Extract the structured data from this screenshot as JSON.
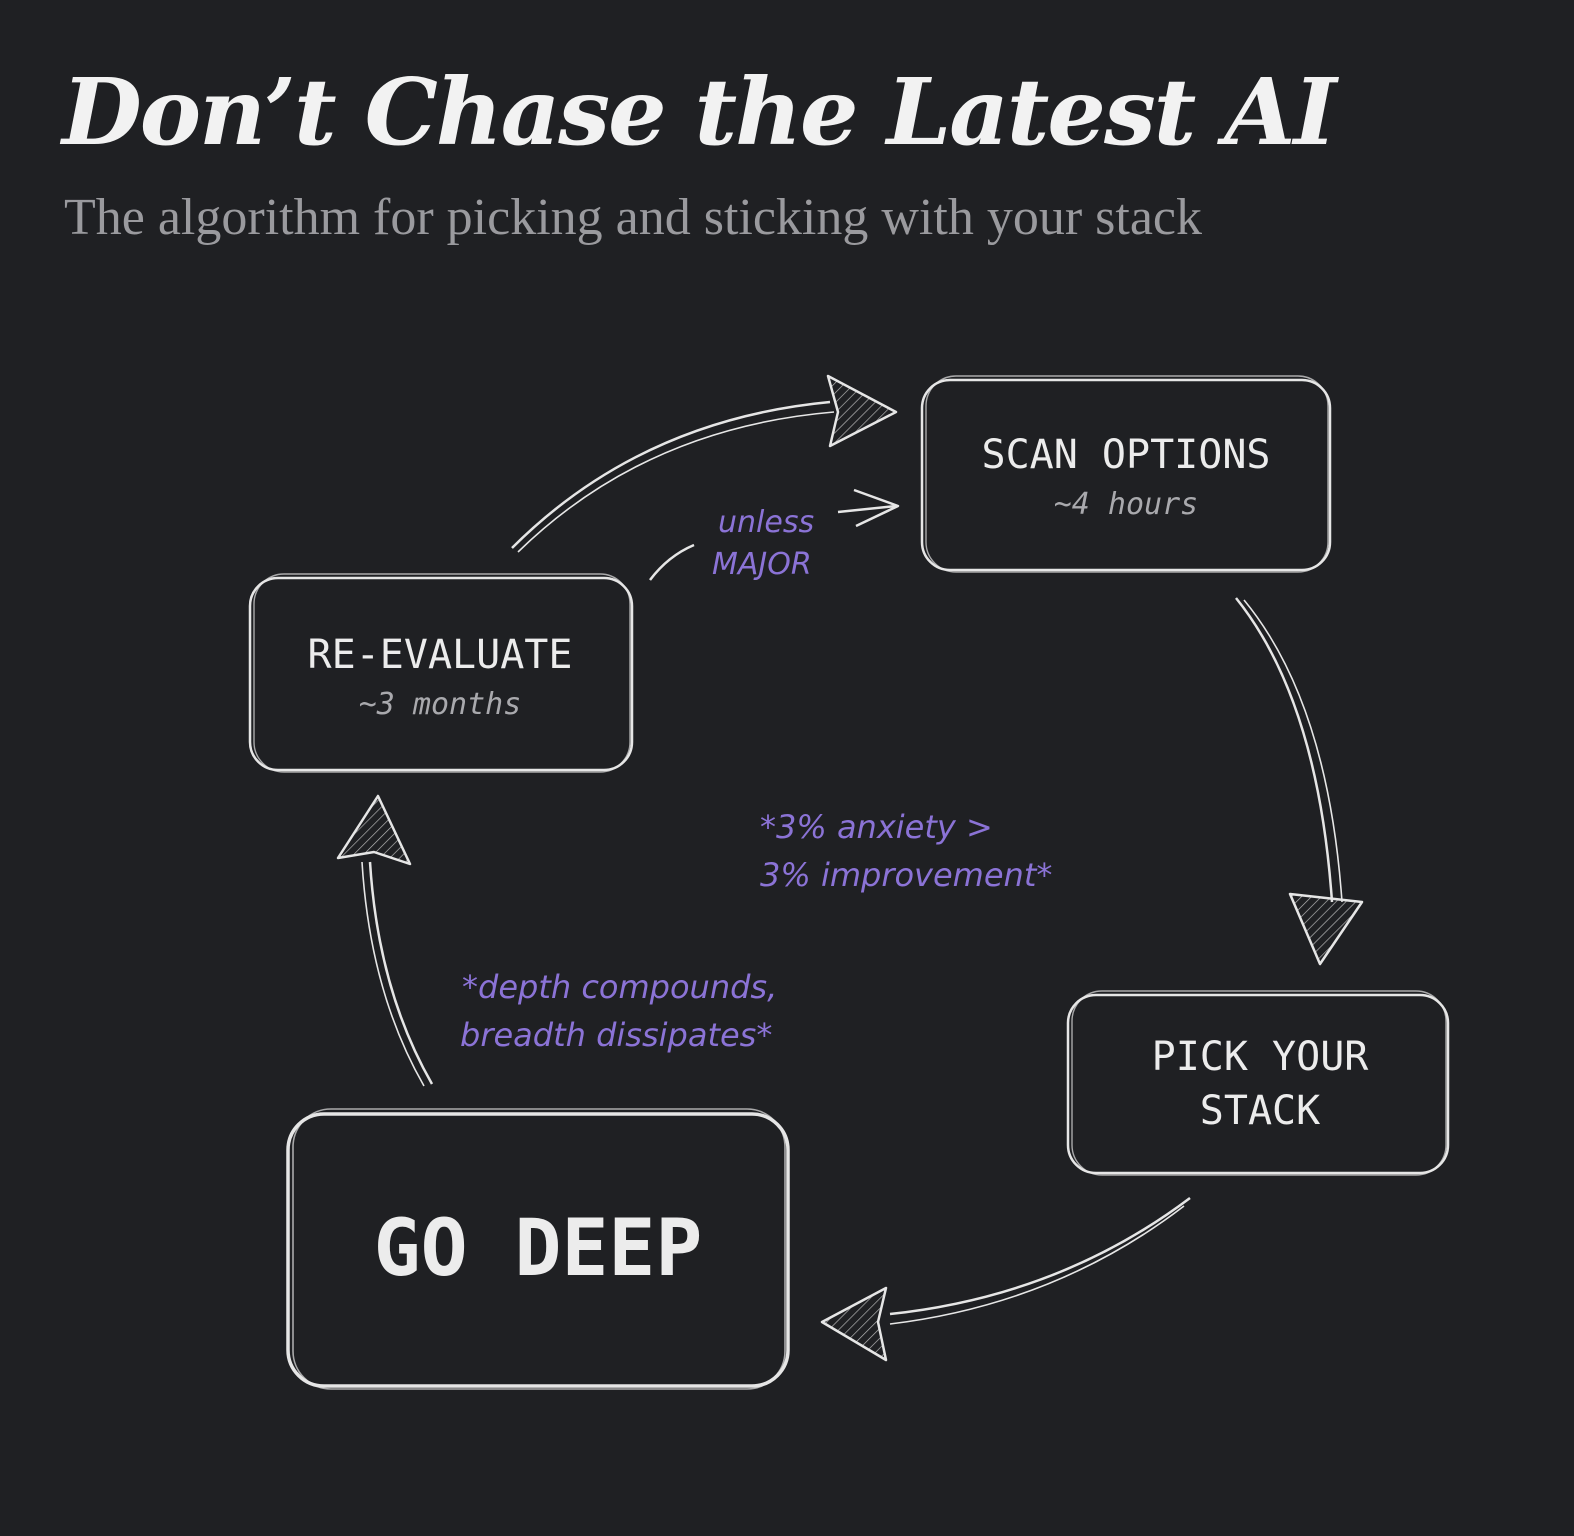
{
  "title": "Don’t Chase the Latest AI",
  "subtitle": "The algorithm for picking and sticking with your stack",
  "steps": {
    "scan": {
      "label": "SCAN OPTIONS",
      "duration": "~4 hours"
    },
    "pick": {
      "label_line1": "PICK YOUR",
      "label_line2": "STACK"
    },
    "deep": {
      "label": "GO DEEP"
    },
    "reevaluate": {
      "label": "RE-EVALUATE",
      "duration": "~3 months"
    }
  },
  "notes": {
    "unless_line1": "unless",
    "unless_line2": "MAJOR",
    "anxiety_line1": "*3% anxiety >",
    "anxiety_line2": "3% improvement*",
    "depth_line1": "*depth compounds,",
    "depth_line2": "breadth dissipates*"
  },
  "colors": {
    "background": "#1f2023",
    "stroke": "#e6e6e6",
    "note": "#8b73d6"
  }
}
